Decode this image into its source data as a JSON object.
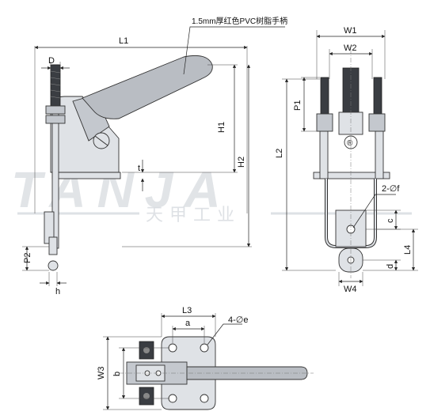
{
  "callout": "1.5mm厚红色PVC树脂手柄",
  "watermark": {
    "latin": "TANJA",
    "chinese": "天甲工业"
  },
  "side_view": {
    "L1": "L1",
    "D": "D",
    "H1": "H1",
    "H2": "H2",
    "t": "t",
    "P2": "P2",
    "h": "h"
  },
  "front_view": {
    "W1": "W1",
    "W2": "W2",
    "P1": "P1",
    "L2": "L2",
    "two_f": "2-∅f",
    "c": "c",
    "L4": "L4",
    "d": "d",
    "W4": "W4"
  },
  "top_view": {
    "L3": "L3",
    "a": "a",
    "four_e": "4-∅e",
    "W3": "W3",
    "b": "b"
  },
  "colors": {
    "line": "#222222",
    "metal": "#dfe2e6",
    "handle": "#b9bdc3",
    "watermark": "#c9ced4"
  }
}
